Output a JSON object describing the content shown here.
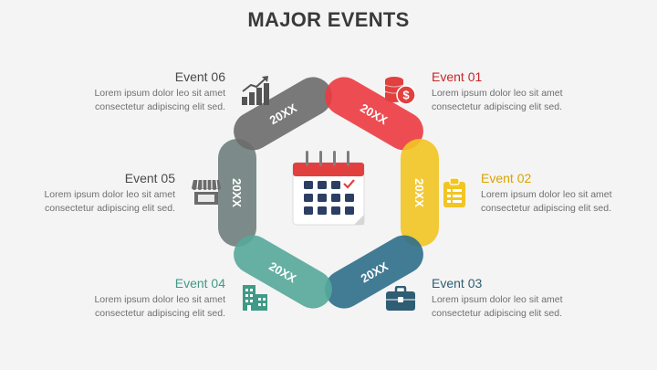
{
  "title": "MAJOR EVENTS",
  "center_icon": "calendar-icon",
  "segments": [
    {
      "label": "20XX",
      "color": "#ec3b40"
    },
    {
      "label": "20XX",
      "color": "#f2c523"
    },
    {
      "label": "20XX",
      "color": "#2f6e8a"
    },
    {
      "label": "20XX",
      "color": "#55a99a"
    },
    {
      "label": "20XX",
      "color": "#6f7f7d"
    },
    {
      "label": "20XX",
      "color": "#6b6b6b"
    }
  ],
  "events": [
    {
      "name": "Event 01",
      "desc_line1": "Lorem ipsum dolor leo sit amet",
      "desc_line2": "consectetur adipiscing elit sed.",
      "color": "#c8262b",
      "icon": "coins-dollar-icon"
    },
    {
      "name": "Event 02",
      "desc_line1": "Lorem ipsum dolor leo sit amet",
      "desc_line2": "consectetur adipiscing elit sed.",
      "color": "#d9a400",
      "icon": "clipboard-icon"
    },
    {
      "name": "Event 03",
      "desc_line1": "Lorem ipsum dolor leo sit amet",
      "desc_line2": "consectetur adipiscing elit sed.",
      "color": "#2f5d73",
      "icon": "briefcase-icon"
    },
    {
      "name": "Event 04",
      "desc_line1": "Lorem ipsum dolor leo sit amet",
      "desc_line2": "consectetur adipiscing elit sed.",
      "color": "#3f9a87",
      "icon": "buildings-icon"
    },
    {
      "name": "Event 05",
      "desc_line1": "Lorem ipsum dolor leo sit amet",
      "desc_line2": "consectetur adipiscing elit sed.",
      "color": "#4a4a4a",
      "icon": "storefront-icon"
    },
    {
      "name": "Event 06",
      "desc_line1": "Lorem ipsum dolor leo sit amet",
      "desc_line2": "consectetur adipiscing elit sed.",
      "color": "#4a4a4a",
      "icon": "growth-chart-icon"
    }
  ]
}
